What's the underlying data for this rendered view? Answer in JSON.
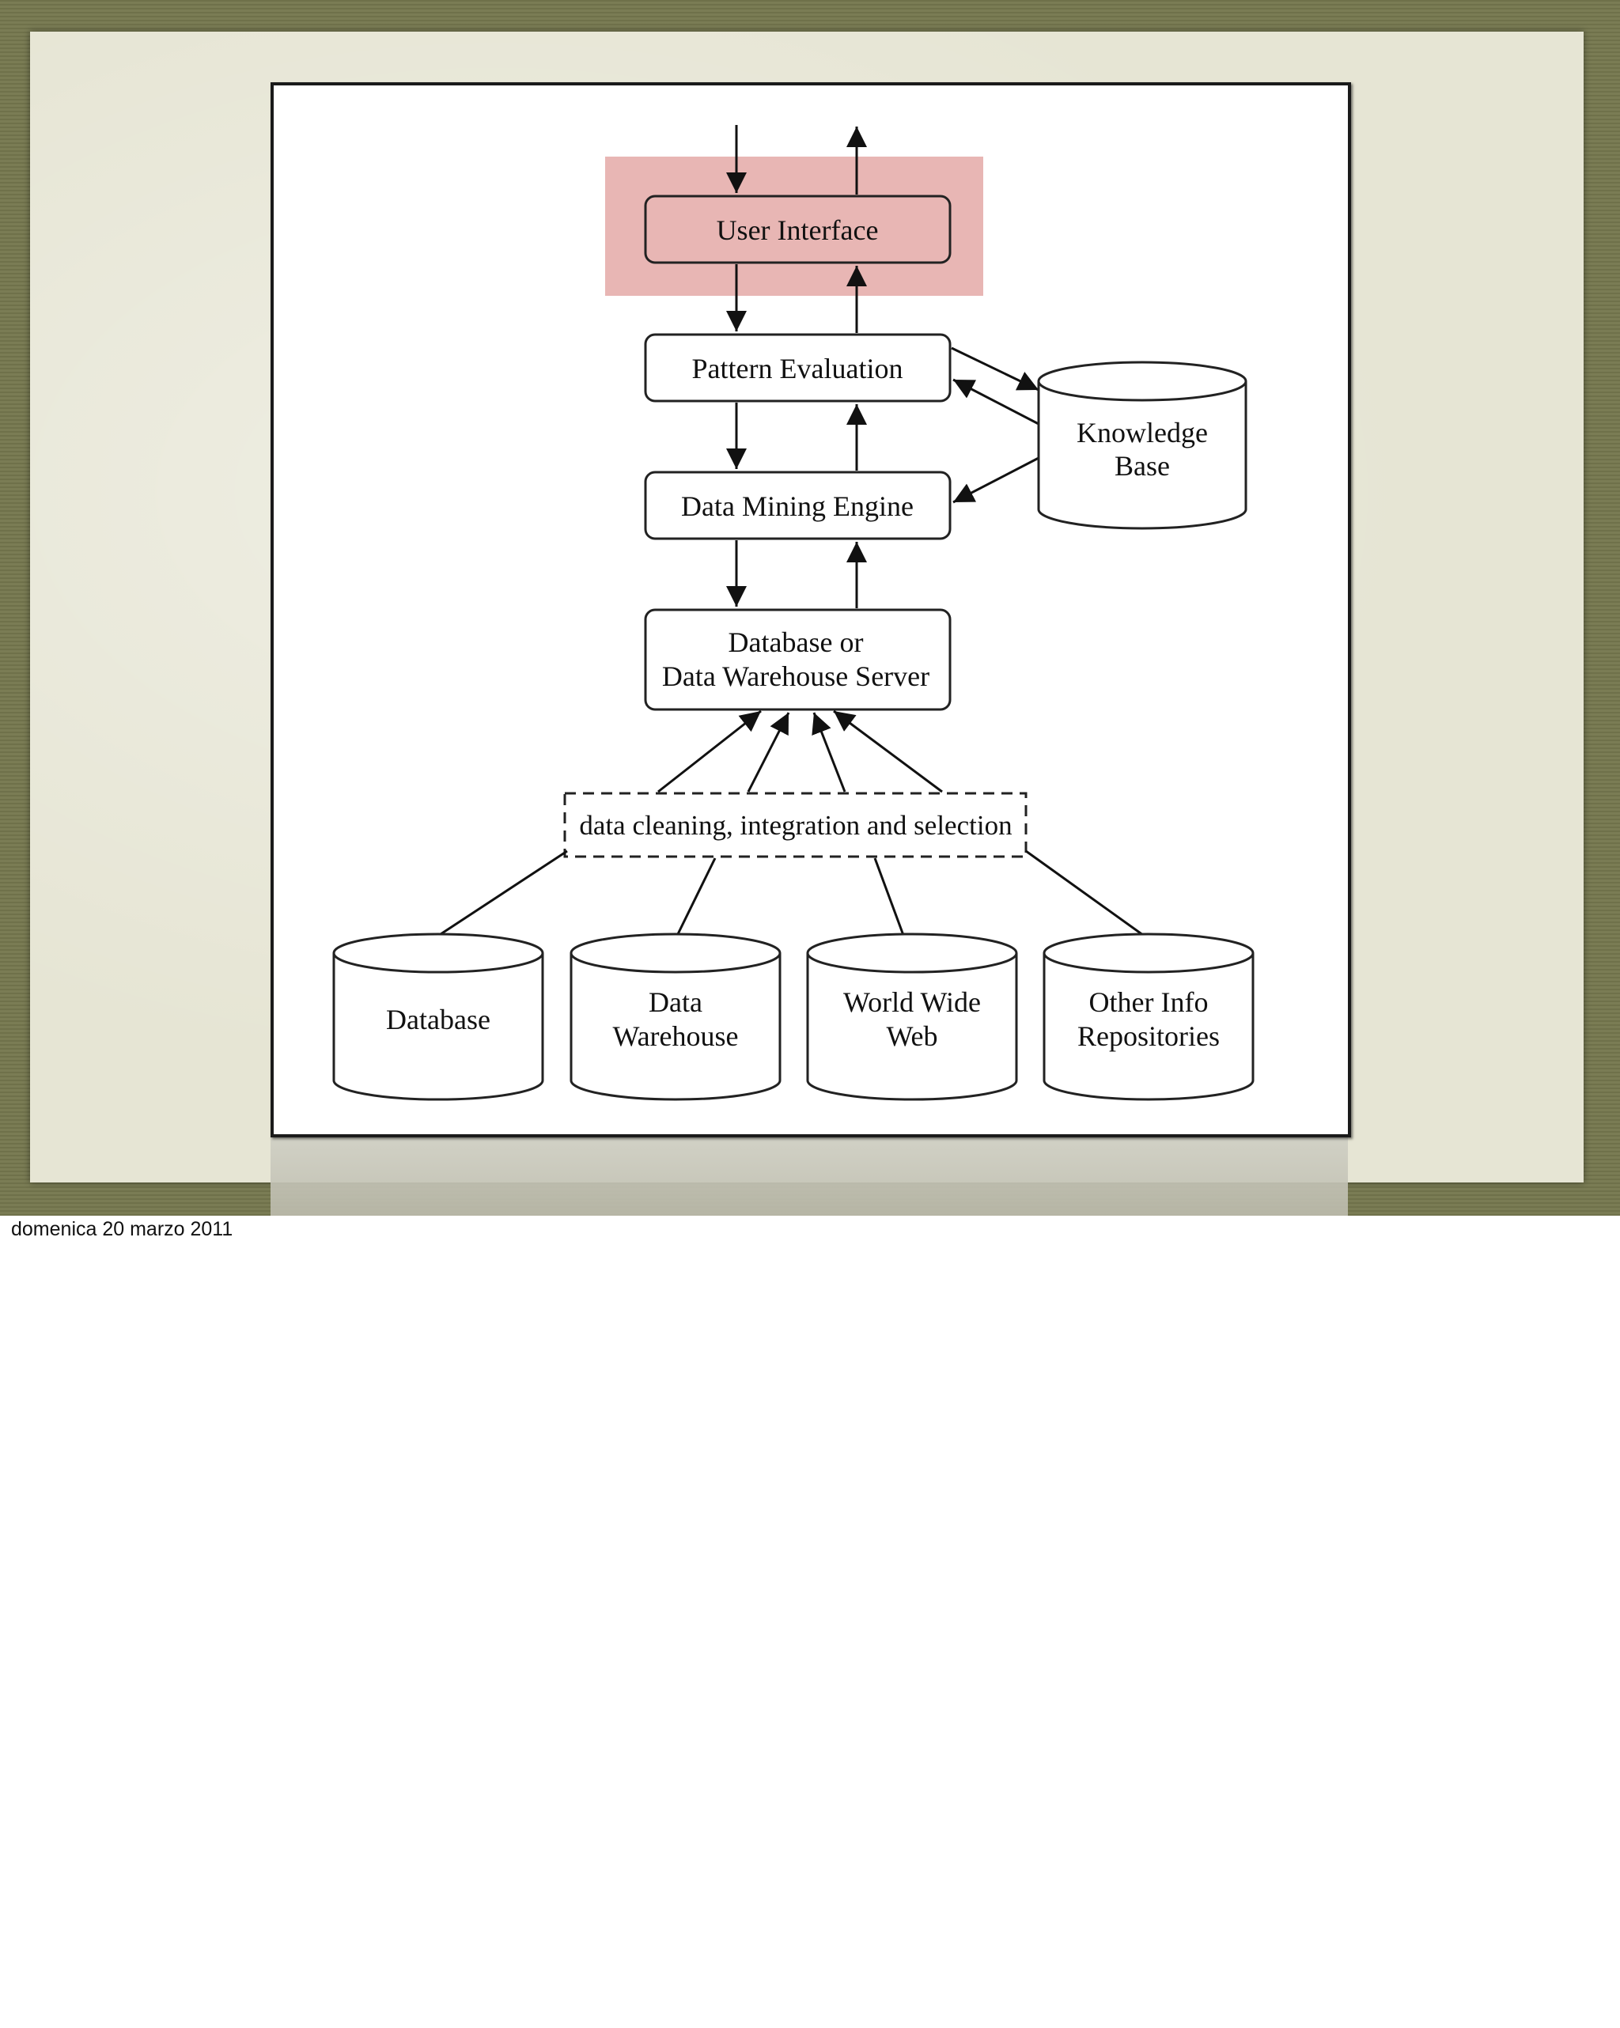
{
  "diagram": {
    "user_interface": "User Interface",
    "pattern_evaluation": "Pattern Evaluation",
    "data_mining_engine": "Data Mining Engine",
    "knowledge_base": [
      "Knowledge",
      "Base"
    ],
    "server": [
      "Database or",
      "Data Warehouse Server"
    ],
    "cleaning": "data cleaning, integration and selection",
    "sources": [
      {
        "lines": [
          "Database"
        ]
      },
      {
        "lines": [
          "Data",
          "Warehouse"
        ]
      },
      {
        "lines": [
          "World Wide",
          "Web"
        ]
      },
      {
        "lines": [
          "Other Info",
          "Repositories"
        ]
      }
    ],
    "highlight_color": "#e8b6b4"
  },
  "footer": {
    "date": "domenica 20 marzo 2011"
  }
}
